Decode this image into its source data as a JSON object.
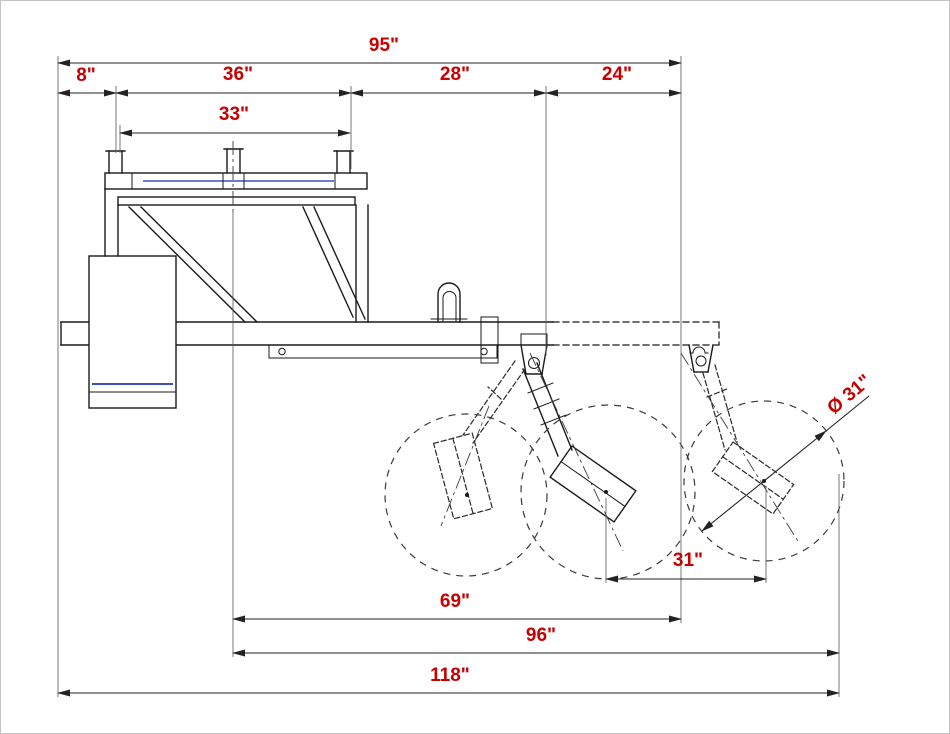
{
  "drawing": {
    "title": "implement-dimension-drawing",
    "dims": {
      "overall_width": "95\"",
      "seg_8": "8\"",
      "seg_36": "36\"",
      "seg_28": "28\"",
      "seg_24": "24\"",
      "toolbar_33": "33\"",
      "disc_diameter": "Ø 31\"",
      "disc_spacing": "31\"",
      "span_69": "69\"",
      "span_96": "96\"",
      "overall_length": "118\""
    },
    "colors": {
      "dimension_text": "#c80000",
      "line": "#1a1a1a",
      "accent_blue": "#3a50c0"
    }
  }
}
